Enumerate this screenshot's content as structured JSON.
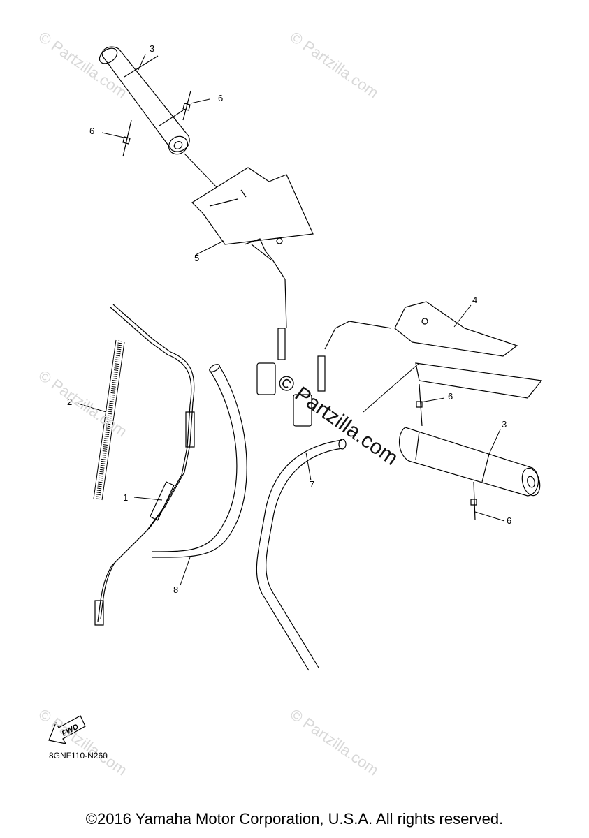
{
  "callouts": [
    {
      "id": "c1",
      "label": "1"
    },
    {
      "id": "c2",
      "label": "2"
    },
    {
      "id": "c3a",
      "label": "3"
    },
    {
      "id": "c3b",
      "label": "3"
    },
    {
      "id": "c4",
      "label": "4"
    },
    {
      "id": "c5",
      "label": "5"
    },
    {
      "id": "c6a",
      "label": "6"
    },
    {
      "id": "c6b",
      "label": "6"
    },
    {
      "id": "c6c",
      "label": "6"
    },
    {
      "id": "c6d",
      "label": "6"
    },
    {
      "id": "c7",
      "label": "7"
    },
    {
      "id": "c8",
      "label": "8"
    }
  ],
  "fwd_label": "FWD",
  "diagram_code": "8GNF110-N260",
  "copyright": "©2016 Yamaha Motor Corporation, U.S.A. All rights reserved.",
  "watermark": "© Partzilla.com",
  "watermark_center": "© Partzilla.com",
  "icons": {
    "fwd_arrow": "fwd-arrow-icon"
  }
}
